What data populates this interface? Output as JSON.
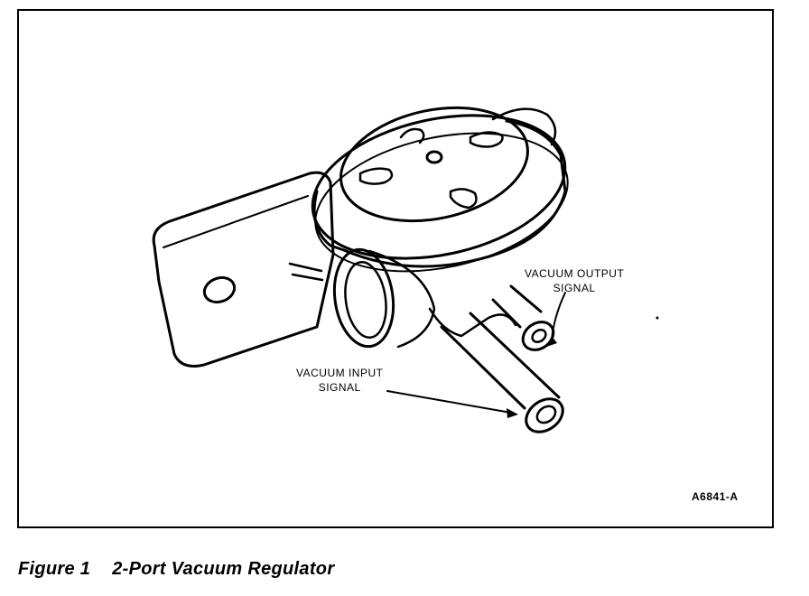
{
  "labels": {
    "output_line1": "VACUUM OUTPUT",
    "output_line2": "SIGNAL",
    "input_line1": "VACUUM INPUT",
    "input_line2": "SIGNAL",
    "ref_code": "A6841-A"
  },
  "caption": {
    "number": "Figure 1",
    "title": "2-Port Vacuum Regulator"
  }
}
